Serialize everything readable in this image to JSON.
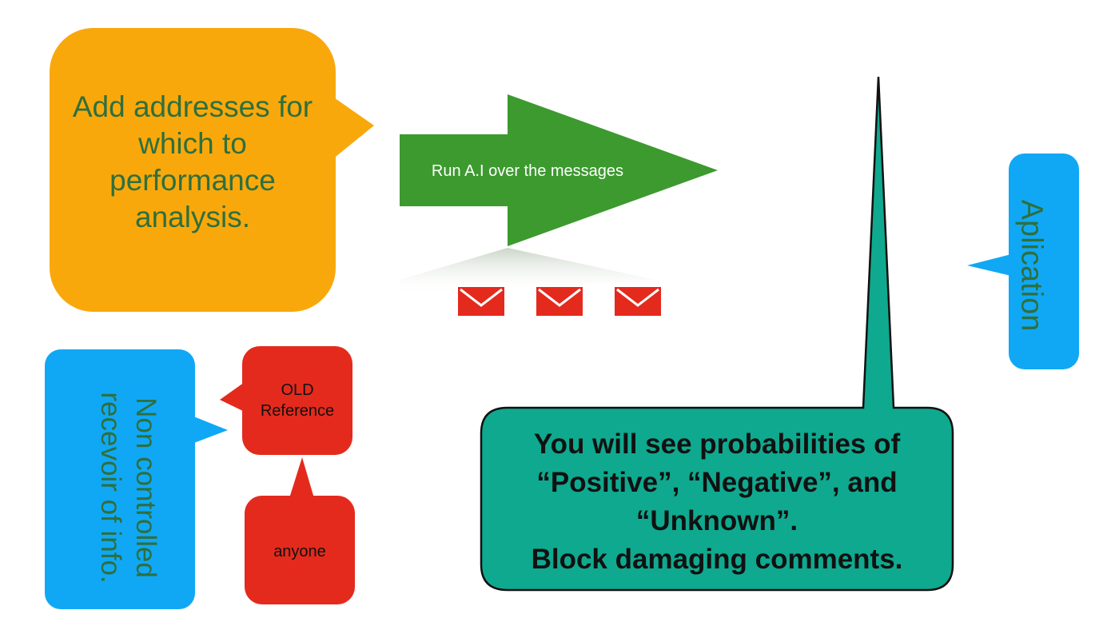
{
  "diagram": {
    "orange_bubble": {
      "text": "Add addresses for\nwhich to\nperformance\nanalysis.",
      "color": "#f9a80b"
    },
    "green_arrow": {
      "text": "Run A.I over the messages",
      "color": "#3c9a2e"
    },
    "mail_icons": {
      "count": 3,
      "icon": "envelope-icon",
      "color": "#e42a1d"
    },
    "app_bubble": {
      "text": "Aplication",
      "color": "#10a8f4"
    },
    "noncontrol_bubble": {
      "text": "Non controlled\nrecevoir of info.",
      "color": "#10a8f4"
    },
    "old_reference_bubble": {
      "text": "OLD\nReference",
      "color": "#e42a1d"
    },
    "anyone_bubble": {
      "text": "anyone",
      "color": "#e42a1d"
    },
    "teal_bubble": {
      "text": "You will see probabilities of\n“Positive”, “Negative”, and\n“Unknown”.\nBlock damaging comments.",
      "color": "#0fa98f"
    },
    "text_color": "#2e6f3e"
  }
}
